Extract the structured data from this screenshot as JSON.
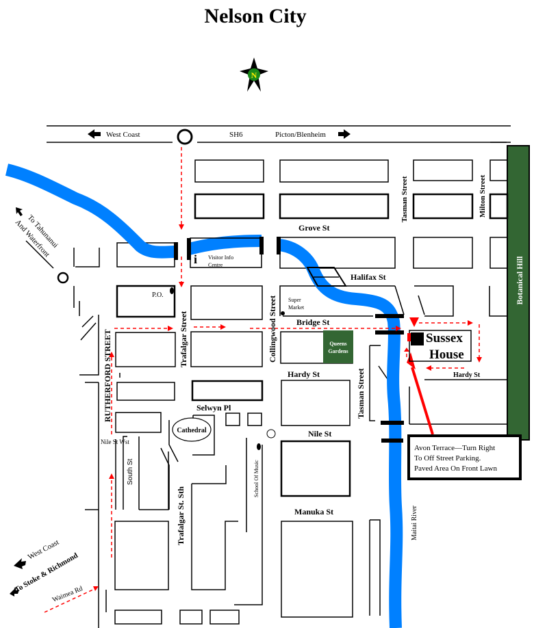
{
  "title": "Nelson City",
  "compass": {
    "label": "N",
    "icon": "north-compass-star-icon"
  },
  "colors": {
    "river": "#0080ff",
    "park": "#336633",
    "route": "#ff0000"
  },
  "highway": {
    "west": "West Coast",
    "center": "SH6",
    "east": "Picton/Blenheim"
  },
  "streets": {
    "grove": "Grove St",
    "halifax": "Halifax St",
    "bridge": "Bridge St",
    "hardy": "Hardy St",
    "hardy_east": "Hardy St",
    "nile": "Nile St",
    "manuka": "Manuka St",
    "selwyn": "Selwyn Pl",
    "tasman_north": "Tasman Street",
    "tasman_south": "Tasman Street",
    "milton": "Milton Street",
    "collingwood": "Collingwood Street",
    "trafalgar": "Trafalgar Street",
    "trafalgar_sth": "Trafalgar St. Sth",
    "rutherford": "RUTHERFORD STREET",
    "nile_west": "Nile St Wst",
    "south": "South St",
    "waimea": "Waimea Rd"
  },
  "directions": {
    "tahunanui_1": "To Tahunanui",
    "tahunanui_2": "And Waterfront",
    "west_coast": "West Coast",
    "stoke": "To Stoke & Richmond"
  },
  "places": {
    "visitor_1": "Visitor Info",
    "visitor_2": "Centre",
    "visitor_icon": "i",
    "po": "P.O.",
    "super_1": "Super",
    "super_2": "Market",
    "queens_1": "Queens",
    "queens_2": "Gardens",
    "cathedral": "Cathedral",
    "school_music": "School Of Music",
    "sussex_1": "Sussex",
    "sussex_2": "House",
    "botanical": "Botanical Hill",
    "river": "Maitai River"
  },
  "callout": {
    "line1": "Avon Terrace—Turn Right",
    "line2": "To Off  Street Parking.",
    "line3": "Paved Area On Front Lawn"
  }
}
